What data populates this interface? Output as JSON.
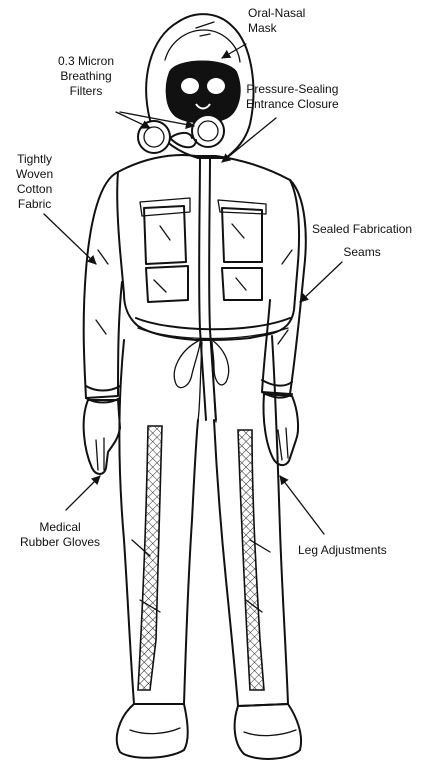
{
  "labels": {
    "oral_nasal_mask": [
      "Oral-Nasal",
      "Mask"
    ],
    "breathing_filters": [
      "0.3 Micron",
      "Breathing",
      "Filters"
    ],
    "entrance_closure": [
      "Pressure-Sealing",
      "Entrance Closure"
    ],
    "cotton_fabric": [
      "Tightly",
      "Woven",
      "Cotton",
      "Fabric"
    ],
    "fabrication_seams": [
      "Sealed Fabrication",
      "Seams"
    ],
    "rubber_gloves": [
      "Medical",
      "Rubber Gloves"
    ],
    "leg_adjustments": [
      "Leg Adjustments"
    ]
  }
}
